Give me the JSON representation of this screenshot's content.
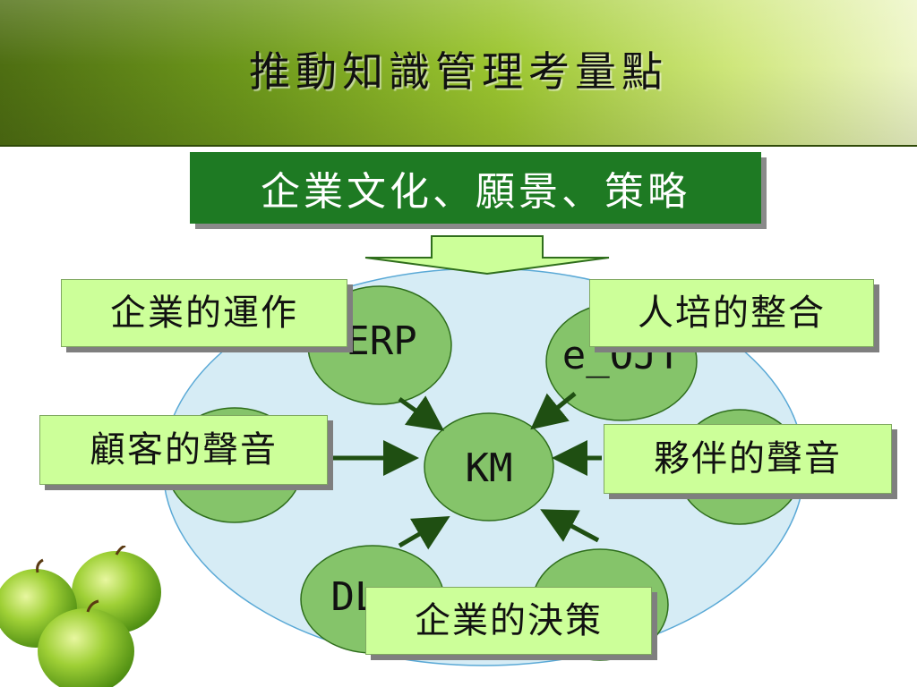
{
  "slide_title": "推動知識管理考量點",
  "top_banner": "企業文化、願景、策略",
  "center_node": "KM",
  "nodes": {
    "erp": "ERP",
    "e_ojt": "e_OJT",
    "dl": "DL"
  },
  "callouts": {
    "operations": "企業的運作",
    "training": "人培的整合",
    "customer": "顧客的聲音",
    "partner": "夥伴的聲音",
    "decision": "企業的決策"
  },
  "colors": {
    "banner_bg": "#1e7a23",
    "callout_bg": "#ccff99",
    "node_fill": "#85c46a",
    "ellipse_fill": "#d6ecf5",
    "arrow_color": "#1f4f12"
  }
}
